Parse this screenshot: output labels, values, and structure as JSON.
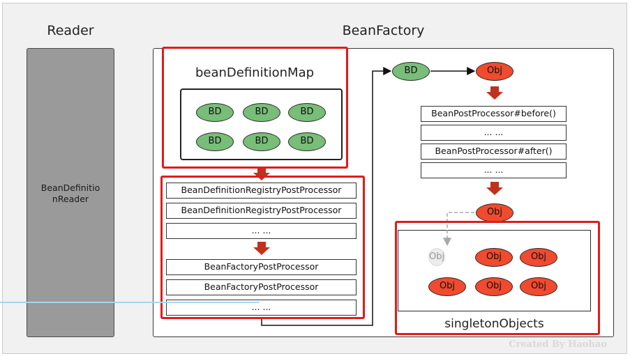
{
  "reader": {
    "title": "Reader",
    "component": "BeanDefinitionReader"
  },
  "factory": {
    "title": "BeanFactory",
    "bean_definition_map": {
      "title": "beanDefinitionMap",
      "nodes": [
        "BD",
        "BD",
        "BD",
        "BD",
        "BD",
        "BD"
      ]
    },
    "registry_processors": [
      "BeanDefinitionRegistryPostProcessor",
      "BeanDefinitionRegistryPostProcessor",
      "... ..."
    ],
    "factory_processors": [
      "BeanFactoryPostProcessor",
      "BeanFactoryPostProcessor",
      "... ..."
    ],
    "pipeline": {
      "bd_node": "BD",
      "obj_node": "Obj",
      "steps": [
        "BeanPostProcessor#before()",
        "... ...",
        "BeanPostProcessor#after()",
        "... ..."
      ],
      "result_node": "Obj"
    },
    "singleton_objects": {
      "title": "singletonObjects",
      "pending_node": "Obj",
      "nodes": [
        "Obj",
        "Obj",
        "Obj",
        "Obj",
        "Obj"
      ]
    }
  },
  "watermark": "Created By Haohao",
  "colors": {
    "bd": "#78bd78",
    "obj": "#f04a2f",
    "highlight": "#e21b1b",
    "arrow": "#c0321c"
  }
}
